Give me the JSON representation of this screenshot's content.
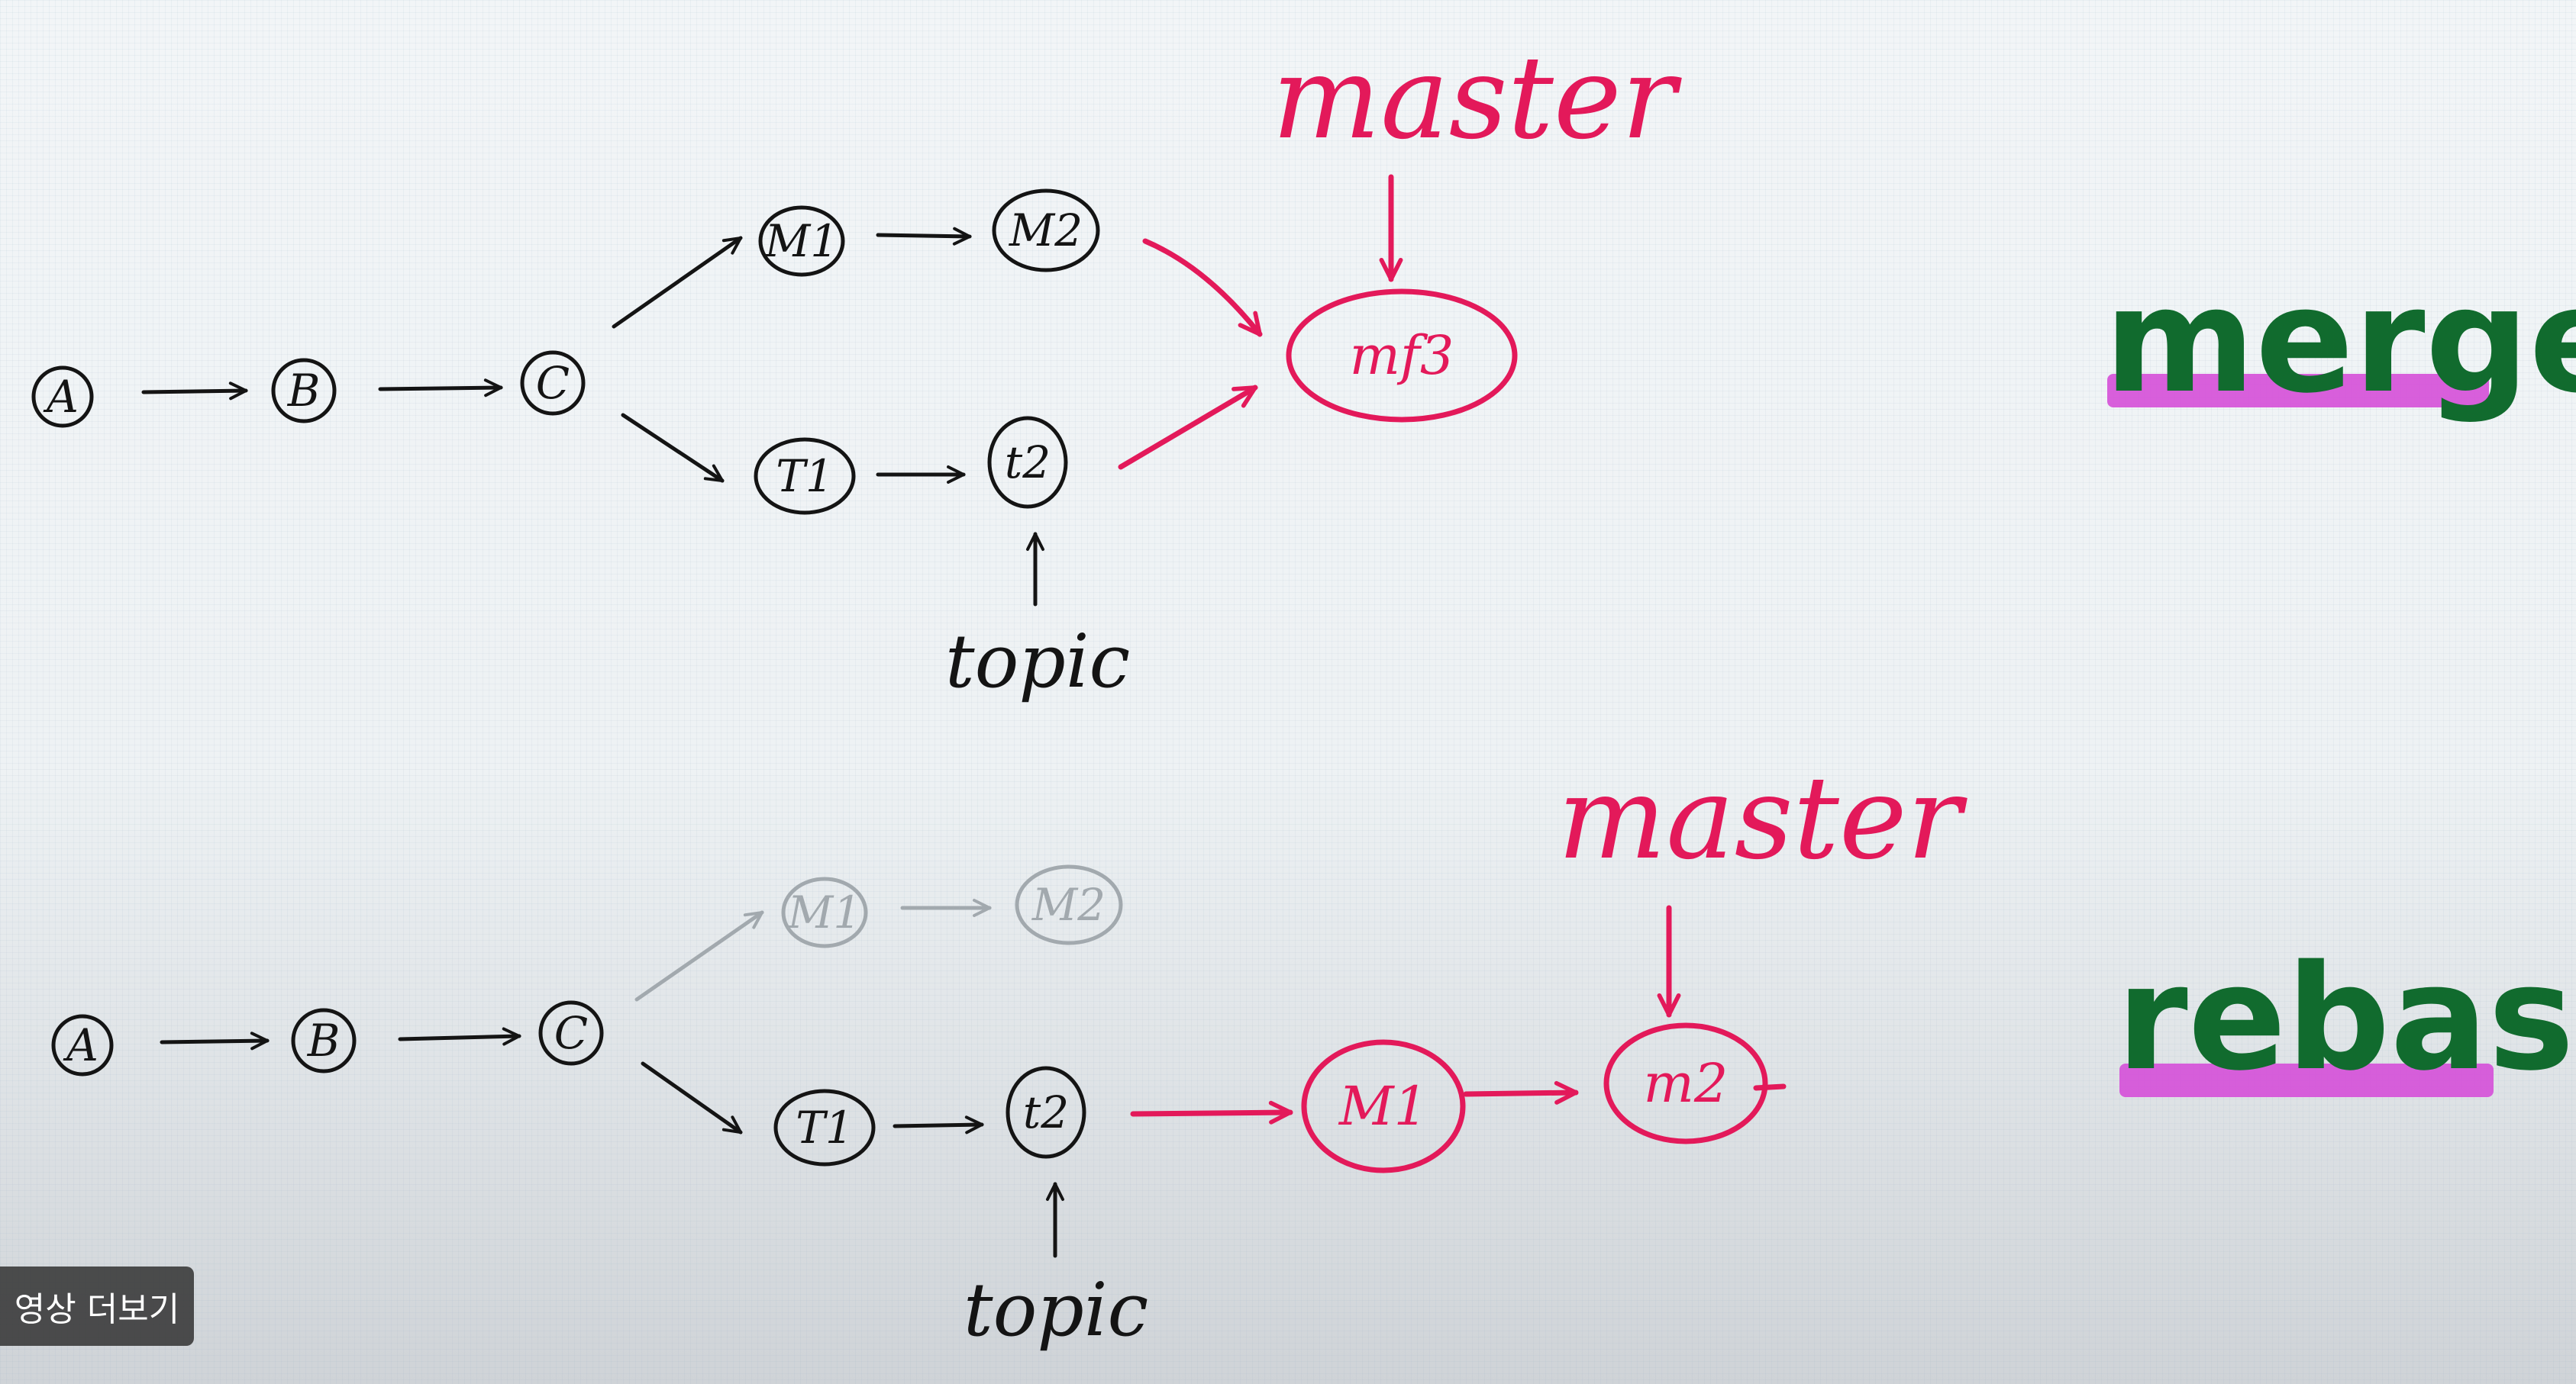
{
  "merge_diagram": {
    "nodes": {
      "a": "A",
      "b": "B",
      "c": "C",
      "m1": "M1",
      "m2": "M2",
      "t1": "T1",
      "t2": "t2",
      "mf3": "mf3"
    },
    "pointer_master": "master",
    "pointer_topic": "topic",
    "title": "merge"
  },
  "rebase_diagram": {
    "nodes": {
      "a": "A",
      "b": "B",
      "c": "C",
      "m1_old": "M1",
      "m2_old": "M2",
      "t1": "T1",
      "t2": "t2",
      "m1_new": "M1",
      "m2_new": "m2"
    },
    "pointer_master": "master",
    "pointer_topic": "topic",
    "title": "rebase"
  },
  "more_videos_button": {
    "label": "영상 더보기"
  },
  "colors": {
    "ink": "#141414",
    "ink_faded": "#a2a9ae",
    "accent_red": "#e3195a",
    "title_green": "#116b2e",
    "highlight_magenta": "#d54fd8"
  }
}
